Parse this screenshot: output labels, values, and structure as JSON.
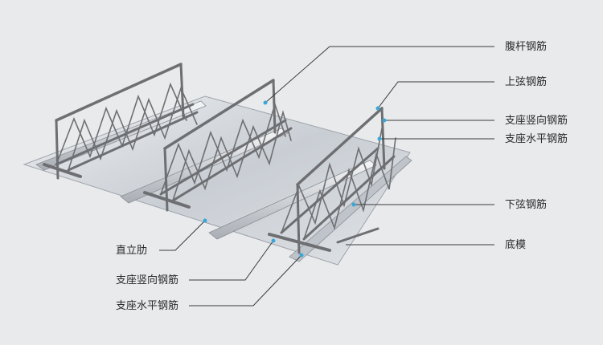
{
  "labels_right": [
    {
      "id": "web",
      "text": "腹杆钢筋"
    },
    {
      "id": "top-chord",
      "text": "上弦钢筋"
    },
    {
      "id": "support-vertical",
      "text": "支座竖向钢筋"
    },
    {
      "id": "support-horizontal",
      "text": "支座水平钢筋"
    },
    {
      "id": "bottom-chord",
      "text": "下弦钢筋"
    },
    {
      "id": "base-form",
      "text": "底模"
    }
  ],
  "labels_left": [
    {
      "id": "upright-rib",
      "text": "直立肋"
    },
    {
      "id": "support-vertical",
      "text": "支座竖向钢筋"
    },
    {
      "id": "support-horizontal",
      "text": "支座水平钢筋"
    }
  ],
  "colors": {
    "background": "#e9eaec",
    "deck": "#cdd1d6",
    "steel": "#6e6f72",
    "leader_line": "#3a3a3a"
  }
}
